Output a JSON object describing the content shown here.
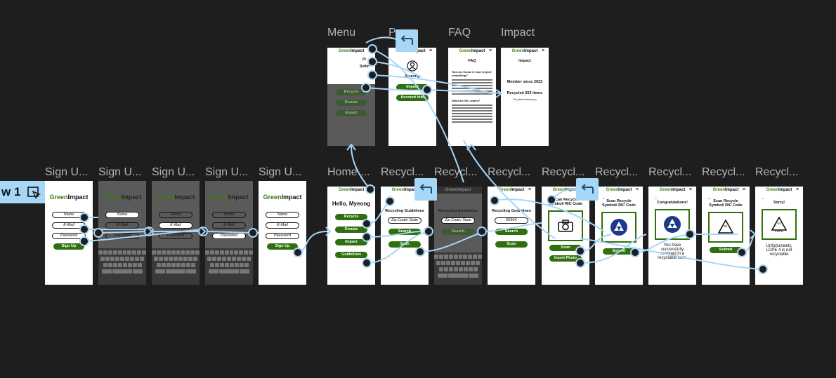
{
  "view_tab": {
    "label": "w 1"
  },
  "frame_labels": {
    "top": [
      "Menu",
      "P",
      "FAQ",
      "Impact"
    ],
    "bottom": [
      "Sign U...",
      "Sign U...",
      "Sign U...",
      "Sign U...",
      "Sign U...",
      "Home ...",
      "Recycl...",
      "Recycl...",
      "Recycl...",
      "Recycl...",
      "Recycl...",
      "Recycl...",
      "Recycl...",
      "Recycl..."
    ]
  },
  "brand": {
    "green": "Green",
    "black": "Impact",
    "green_color": "#3a7d12"
  },
  "signup": {
    "name": "Name",
    "email": "E-Mail",
    "password": "Password",
    "button": "Sign Up"
  },
  "menu": {
    "items": [
      "Recycle",
      "Donate",
      "Impact"
    ],
    "top_items": [
      "Pr",
      "Settin"
    ]
  },
  "profile": {
    "user": "Myeong",
    "impact_btn": "Impact",
    "account_btn": "Account Info"
  },
  "faq": {
    "title": "FAQ",
    "q1": "How do I know if I can recycle something?",
    "q2": "What are RIC codes?"
  },
  "impact": {
    "title": "Impact",
    "member": "Member since 2023",
    "recycled": "Recycled 253 items",
    "thanks": "The planet thanks you"
  },
  "home": {
    "greeting": "Hello, Myeong",
    "buttons": [
      "Recycle",
      "Donate",
      "Impact",
      "Guidelines"
    ]
  },
  "recycling": {
    "guidelines_title": "Recycling Guidelines",
    "zip_placeholder": "Zip Code/ State",
    "zip_value": "60504",
    "search": "Search",
    "scan": "Scan",
    "scan_title": "Scan Recycle Symbol/ RIC Code",
    "insert_photo": "Insert Photo",
    "submit": "Submit",
    "congrats": "Congratulations!",
    "congrats_msg": "You have successfully scanned in a recyclable item.",
    "ldpe_num": "04",
    "ldpe": "LDPE",
    "sorry": "Sorry!",
    "sorry_msg": "Unfortunately, LDPE 4 is not recyclable"
  },
  "colors": {
    "accent": "#2f6f0d",
    "connector": "#a8d6f7",
    "canvas": "#1e1e1e"
  }
}
